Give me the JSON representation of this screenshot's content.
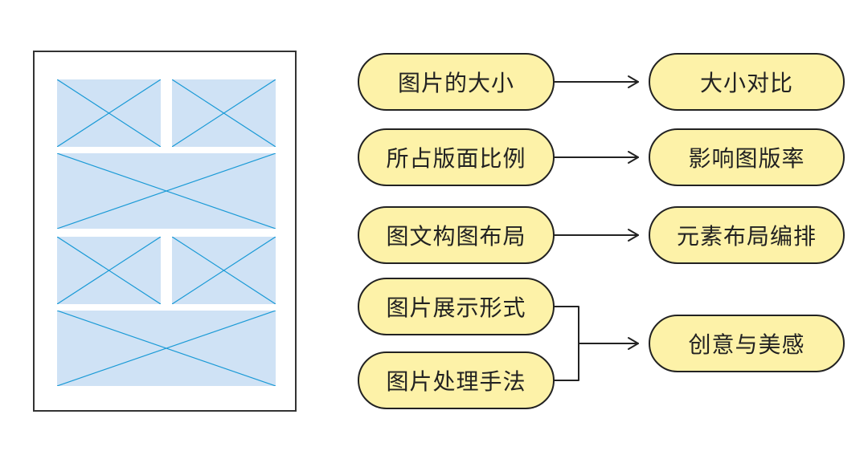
{
  "colors": {
    "pill_fill": "#fdf2a8",
    "outline": "#222222",
    "placeholder_fill": "#cfe2f5",
    "placeholder_cross": "#1a9ad6"
  },
  "factors": [
    {
      "label": "图片的大小"
    },
    {
      "label": "所占版面比例"
    },
    {
      "label": "图文构图布局"
    },
    {
      "label": "图片展示形式"
    },
    {
      "label": "图片处理手法"
    }
  ],
  "outcomes": [
    {
      "label": "大小对比"
    },
    {
      "label": "影响图版率"
    },
    {
      "label": "元素布局编排"
    },
    {
      "label": "创意与美感"
    }
  ],
  "links": [
    {
      "from": [
        0
      ],
      "to": 0
    },
    {
      "from": [
        1
      ],
      "to": 1
    },
    {
      "from": [
        2
      ],
      "to": 2
    },
    {
      "from": [
        3,
        4
      ],
      "to": 3
    }
  ]
}
